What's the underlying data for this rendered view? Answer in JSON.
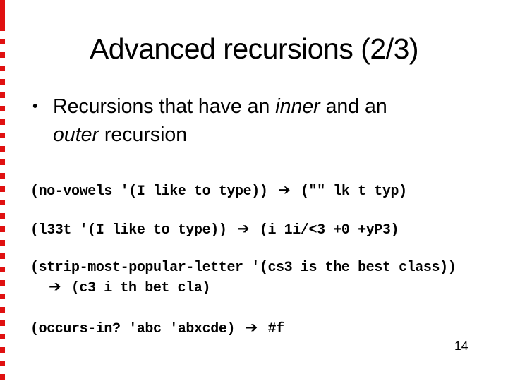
{
  "slide": {
    "accent_color": "#e01010",
    "title": "Advanced recursions (2/3)",
    "bullet": {
      "marker": "•",
      "line1_pre": "Recursions that have an ",
      "line1_italic": "inner",
      "line1_post": " and an",
      "line2_italic": "outer",
      "line2_post": " recursion"
    },
    "code": {
      "arrow": "➔",
      "lines": [
        {
          "pre": "(no-vowels '(I like to type))",
          "post": "(\"\" lk t typ)"
        },
        {
          "pre": "(l33t '(I like to type))",
          "post": "(i 1i/<3 +0 +yP3)"
        },
        {
          "pre": "(strip-most-popular-letter '(cs3 is the best class))",
          "post": "(c3 i th bet cla)"
        },
        {
          "pre": "(occurs-in? 'abc 'abxcde)",
          "post": "#f"
        }
      ]
    },
    "page_number": "14"
  }
}
